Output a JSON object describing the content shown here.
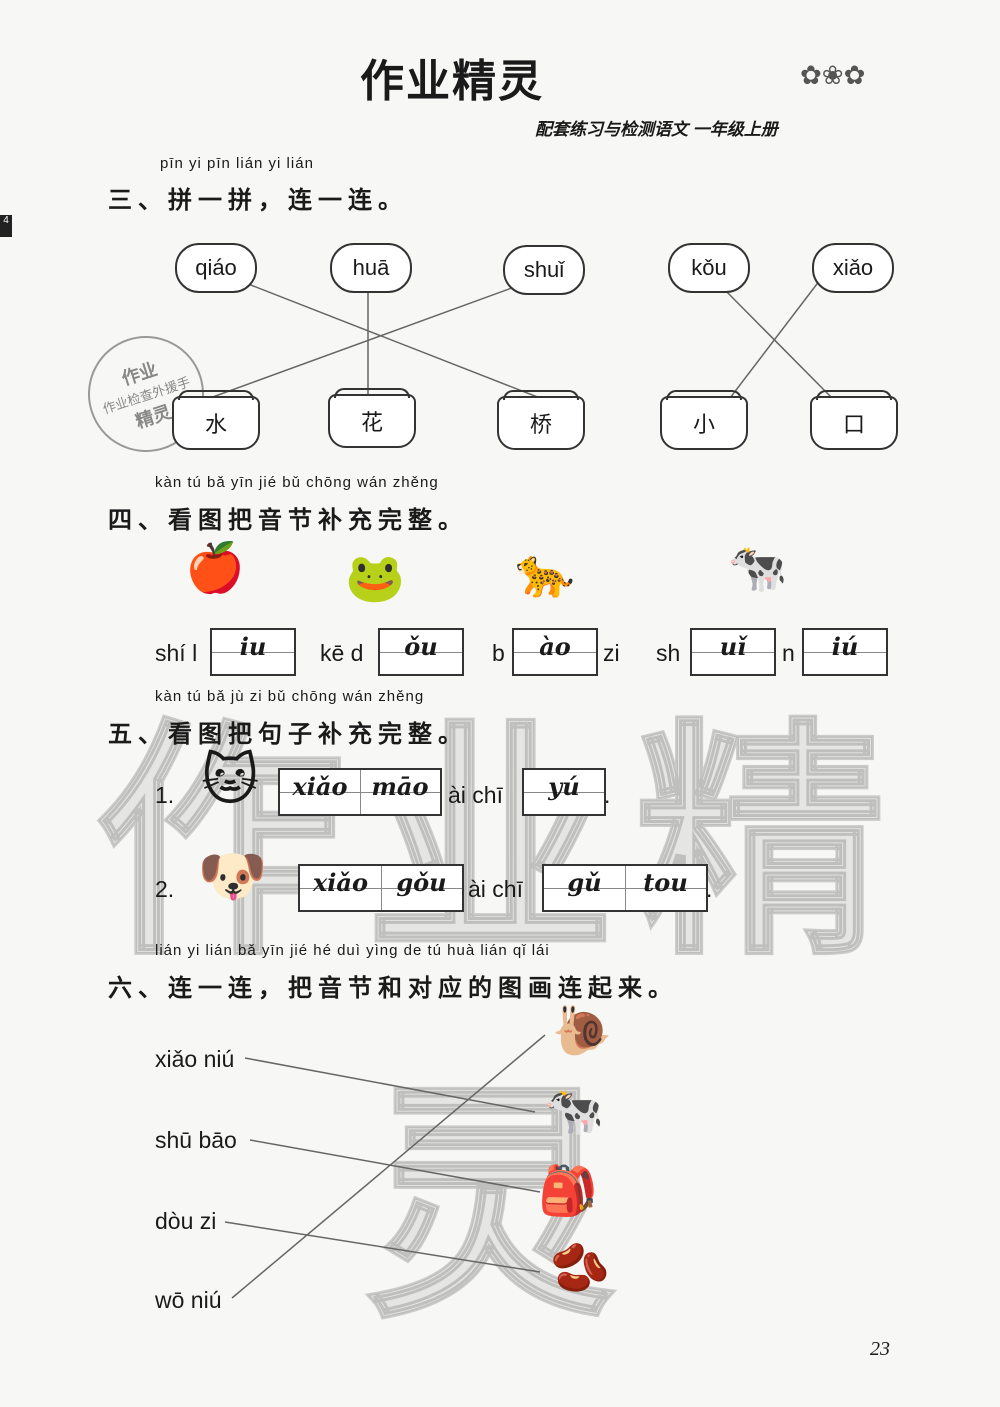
{
  "header": {
    "logo": "作业精灵",
    "book_title": "配套练习与检测语文  一年级上册",
    "page_number": "23",
    "side_mark": "4"
  },
  "stamp": {
    "top": "作业",
    "middle": "作业检查外援手",
    "bottom": "精灵"
  },
  "watermark": "作业精灵",
  "section3": {
    "pinyin": "pīn yi pīn  lián yi lián",
    "title": "三、拼一拼，连一连。",
    "clouds": [
      "qiáo",
      "huā",
      "shuǐ",
      "kǒu",
      "xiǎo"
    ],
    "pots": [
      "水",
      "花",
      "桥",
      "小",
      "口"
    ]
  },
  "section4": {
    "pinyin": "kàn tú bǎ yīn jié bǔ chōng wán zhěng",
    "title": "四、看图把音节补充完整。",
    "items": [
      {
        "picture": "pomegranate-icon",
        "prefix": "shí l",
        "answer": "iu"
      },
      {
        "picture": "tadpole-icon",
        "prefix": "kē d",
        "answer": "ǒu"
      },
      {
        "picture": "leopard-icon",
        "prefix": "b",
        "answer": "ào",
        "suffix": "zi"
      },
      {
        "picture": "cow-icon",
        "prefix": "sh",
        "answer": "uǐ"
      },
      {
        "picture": "cow-icon",
        "prefix": "n",
        "answer": "iú"
      }
    ]
  },
  "section5": {
    "pinyin": "kàn tú bǎ jù  zi  bǔ chōng wán zhěng",
    "title": "五、看图把句子补充完整。",
    "sentences": [
      {
        "num": "1.",
        "picture": "cat-icon",
        "answer1": [
          "xiǎo",
          "māo"
        ],
        "middle": "ài chī",
        "answer2": [
          "yú"
        ],
        "end": "."
      },
      {
        "num": "2.",
        "picture": "dog-icon",
        "answer1": [
          "xiǎo",
          "gǒu"
        ],
        "middle": "ài chī",
        "answer2": [
          "gǔ",
          "tou"
        ],
        "end": "."
      }
    ]
  },
  "section6": {
    "pinyin": "lián yi lián   bǎ yīn jié hé duì yìng de  tú huà lián qǐ lái",
    "title": "六、连一连，把音节和对应的图画连起来。",
    "words": [
      "xiǎo niú",
      "shū bāo",
      "dòu zi",
      "wō niú"
    ],
    "pictures": [
      "snail-icon",
      "cow-icon",
      "backpack-icon",
      "beans-icon"
    ]
  }
}
